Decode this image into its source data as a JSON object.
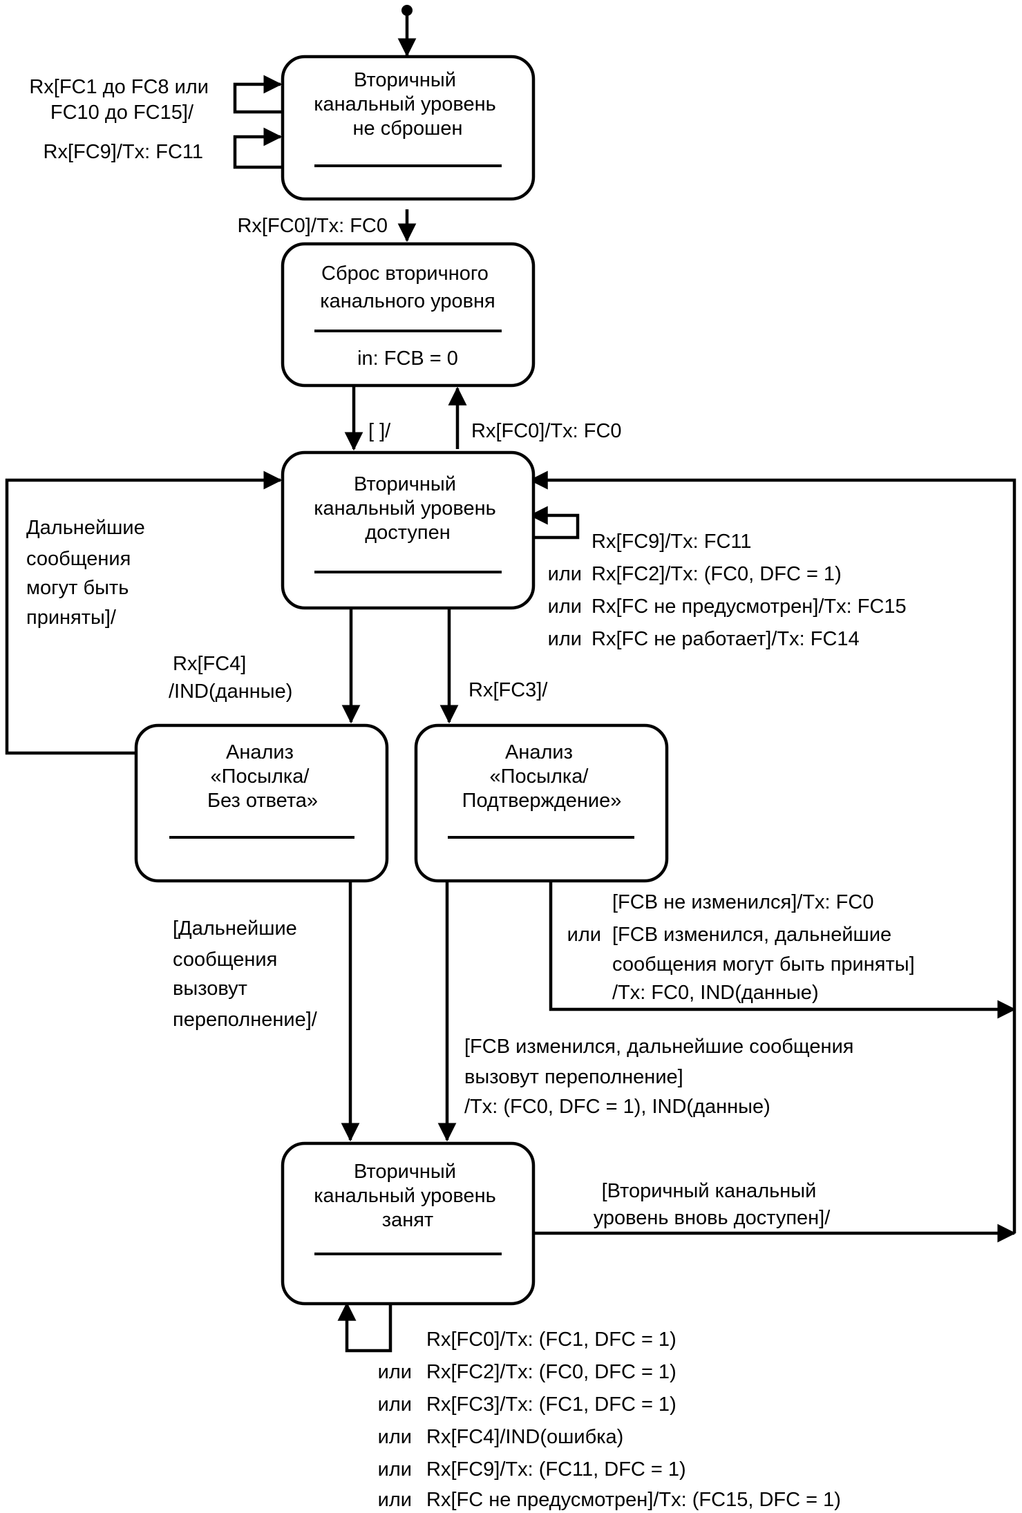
{
  "states": {
    "not_reset": {
      "lines": [
        "Вторичный",
        "канальный уровень",
        "не сброшен"
      ]
    },
    "reset": {
      "lines": [
        "Сброс вторичного",
        "канального уровня"
      ],
      "activity": "in: FCB = 0"
    },
    "available": {
      "lines": [
        "Вторичный",
        "канальный уровень",
        "доступен"
      ]
    },
    "analysis_send_no_reply": {
      "lines": [
        "Анализ",
        "«Посылка/",
        "Без ответа»"
      ]
    },
    "analysis_send_confirm": {
      "lines": [
        "Анализ",
        "«Посылка/",
        "Подтверждение»"
      ]
    },
    "busy": {
      "lines": [
        "Вторичный",
        "канальный уровень",
        "занят"
      ]
    }
  },
  "transitions": {
    "not_reset_self_1": [
      "Rx[FC1 до FC8 или",
      "FC10 до FC15]/"
    ],
    "not_reset_self_2": [
      "Rx[FC9]/Tx: FC11"
    ],
    "not_reset_to_reset": [
      "Rx[FC0]/Tx: FC0"
    ],
    "reset_to_available": [
      "[ ]/"
    ],
    "available_to_reset": [
      "Rx[FC0]/Tx: FC0"
    ],
    "available_self": {
      "first": "Rx[FC9]/Tx: FC11",
      "or": "или",
      "rest": [
        "Rx[FC2]/Tx: (FC0, DFC = 1)",
        "Rx[FC не предусмотрен]/Tx: FC15",
        "Rx[FC не работает]/Tx: FC14"
      ]
    },
    "no_reply_back": [
      "Дальнейшие",
      "сообщения",
      "могут быть",
      "приняты]/"
    ],
    "available_to_no_reply": [
      "Rx[FC4]",
      "/IND(данные)"
    ],
    "available_to_confirm": [
      "Rx[FC3]/"
    ],
    "confirm_back": {
      "first": "[FCB не изменился]/Tx: FC0",
      "or": "или",
      "rest": [
        "[FCB изменился, дальнейшие",
        "сообщения могут быть приняты]",
        "/Tx: FC0, IND(данные)"
      ]
    },
    "no_reply_to_busy": [
      "[Дальнейшие",
      "сообщения",
      "вызовут",
      "переполнение]/"
    ],
    "confirm_to_busy": [
      "[FCB изменился, дальнейшие сообщения",
      "вызовут переполнение]",
      "/Tx: (FC0, DFC = 1), IND(данные)"
    ],
    "busy_to_available": [
      "[Вторичный канальный",
      "уровень вновь доступен]/"
    ],
    "busy_self": {
      "first": "Rx[FC0]/Tx: (FC1, DFC = 1)",
      "or": "или",
      "rest": [
        "Rx[FC2]/Tx: (FC0, DFC = 1)",
        "Rx[FC3]/Tx: (FC1, DFC = 1)",
        "Rx[FC4]/IND(ошибка)",
        "Rx[FC9]/Tx: (FC11, DFC = 1)",
        "Rx[FC не предусмотрен]/Tx: (FC15, DFC = 1)"
      ]
    }
  }
}
